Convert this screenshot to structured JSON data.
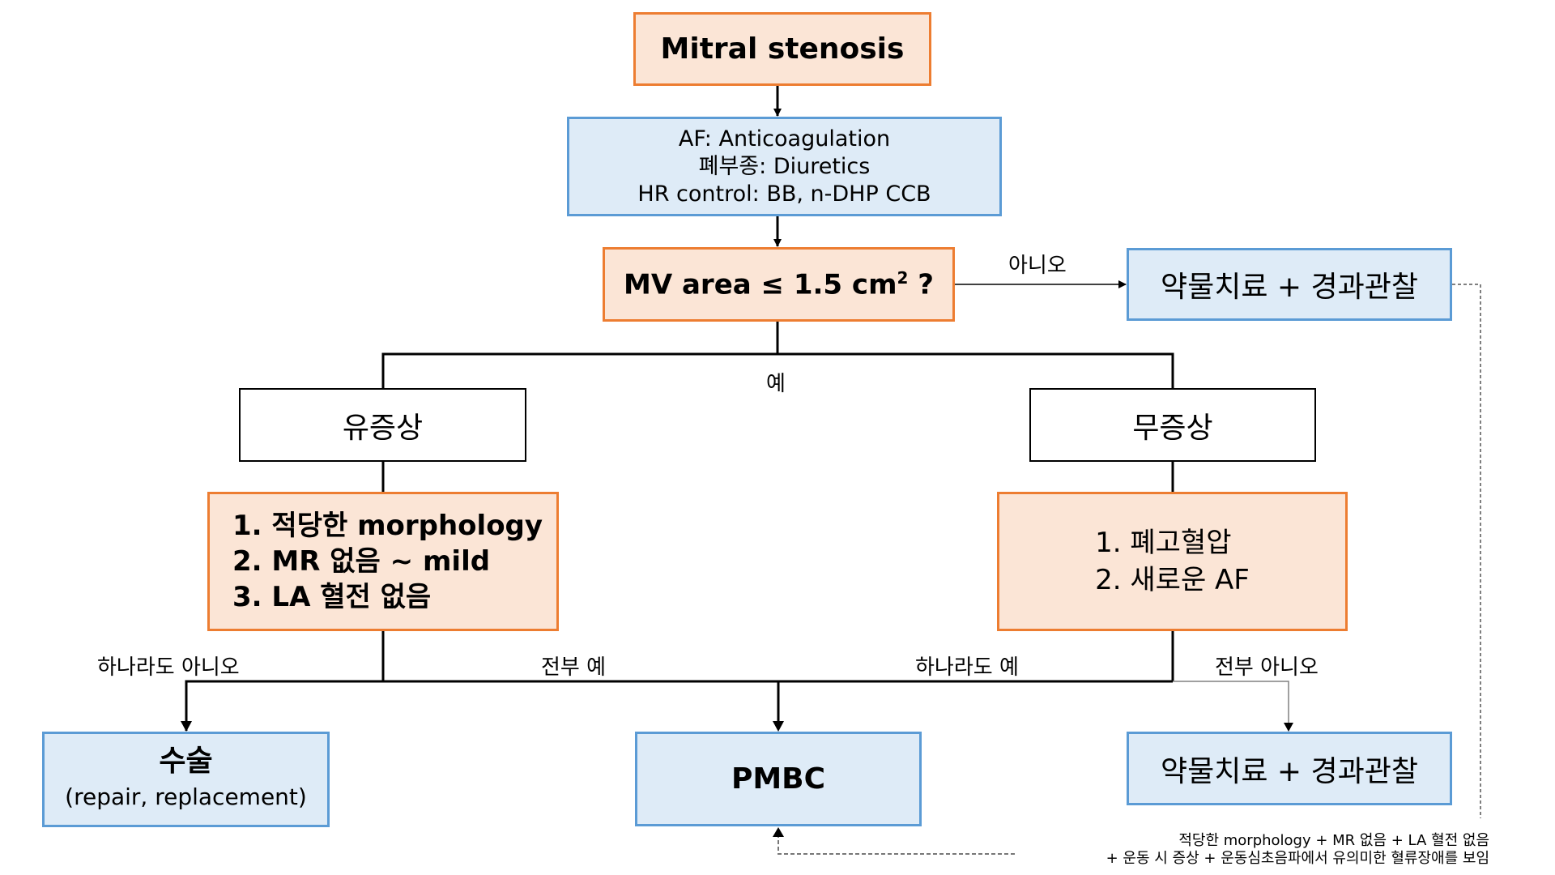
{
  "colors": {
    "process_fill": "#FBE5D6",
    "process_border": "#ED7D31",
    "outcome_fill": "#DEEBF7",
    "outcome_border": "#5B9BD5",
    "line": "#000000",
    "secondary_line": "#808080"
  },
  "nodes": {
    "start": {
      "label": "Mitral stenosis"
    },
    "medical": {
      "lines": [
        "AF: Anticoagulation",
        "폐부종: Diuretics",
        "HR control: BB, n-DHP CCB"
      ]
    },
    "decision": {
      "label_pre": "MV area ≤ 1.5 cm",
      "label_sup": "2",
      "label_post": " ?"
    },
    "medical_follow_top": {
      "label": "약물치료 + 경과관찰"
    },
    "symptomatic": {
      "label": "유증상"
    },
    "asymptomatic": {
      "label": "무증상"
    },
    "criteria_symptomatic": {
      "lines": [
        "1. 적당한 morphology",
        "2. MR 없음 ~ mild",
        "3. LA 혈전 없음"
      ]
    },
    "criteria_asymptomatic": {
      "lines": [
        "1. 폐고혈압",
        "2. 새로운 AF"
      ]
    },
    "surgery": {
      "title": "수술",
      "subtitle": "(repair, replacement)"
    },
    "pmbc": {
      "label": "PMBC"
    },
    "medical_follow_bottom": {
      "label": "약물치료 + 경과관찰"
    }
  },
  "edge_labels": {
    "no_top": "아니오",
    "yes_mid": "예",
    "any_no": "하나라도 아니오",
    "all_yes": "전부 예",
    "any_yes": "하나라도 예",
    "all_no": "전부 아니오"
  },
  "footnote": {
    "lines": [
      "적당한 morphology + MR 없음 + LA 혈전 없음",
      "+ 운동 시 증상 + 운동심초음파에서 유의미한 혈류장애를 보임"
    ]
  }
}
